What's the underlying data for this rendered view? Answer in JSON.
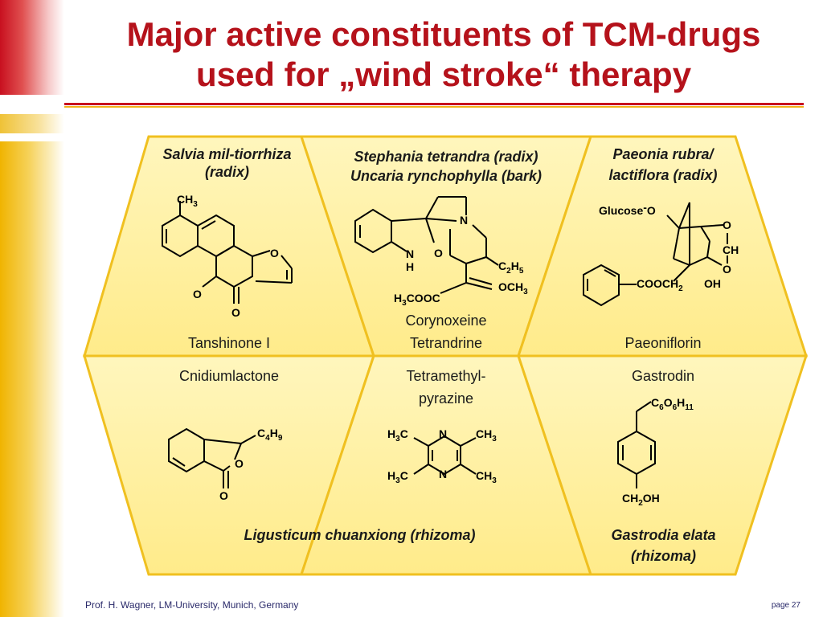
{
  "title": {
    "line1": "Major active constituents of TCM-drugs",
    "line2": "used for „wind stroke“ therapy"
  },
  "cells": {
    "salvia": {
      "source": "Salvia mil-tiorrhiza (radix)",
      "compound": "Tanshinone I"
    },
    "stephania": {
      "source_line1": "Stephania tetrandra (radix)",
      "source_line2": "Uncaria rynchophylla (bark)",
      "compound_line1": "Corynoxeine",
      "compound_line2": "Tetrandrine"
    },
    "paeonia": {
      "source_line1": "Paeonia rubra/",
      "source_line2": "lactiflora (radix)",
      "compound": "Paeoniflorin"
    },
    "cnidium": {
      "compound": "Cnidiumlactone"
    },
    "tetramethyl": {
      "compound_line1": "Tetramethyl-",
      "compound_line2": "pyrazine"
    },
    "gastrodin": {
      "compound": "Gastrodin"
    },
    "ligusticum": {
      "source": "Ligusticum chuanxiong (rhizoma)"
    },
    "gastrodia": {
      "source_line1": "Gastrodia elata",
      "source_line2": "(rhizoma)"
    }
  },
  "footer": {
    "author": "Prof. H. Wagner, LM-University, Munich, Germany",
    "page": "page 27"
  },
  "colors": {
    "title": "#b5121b",
    "cell_fill": "#fff2a8",
    "cell_border": "#f0c020",
    "rule_red": "#c8101f",
    "rule_gold": "#f2b21a"
  }
}
